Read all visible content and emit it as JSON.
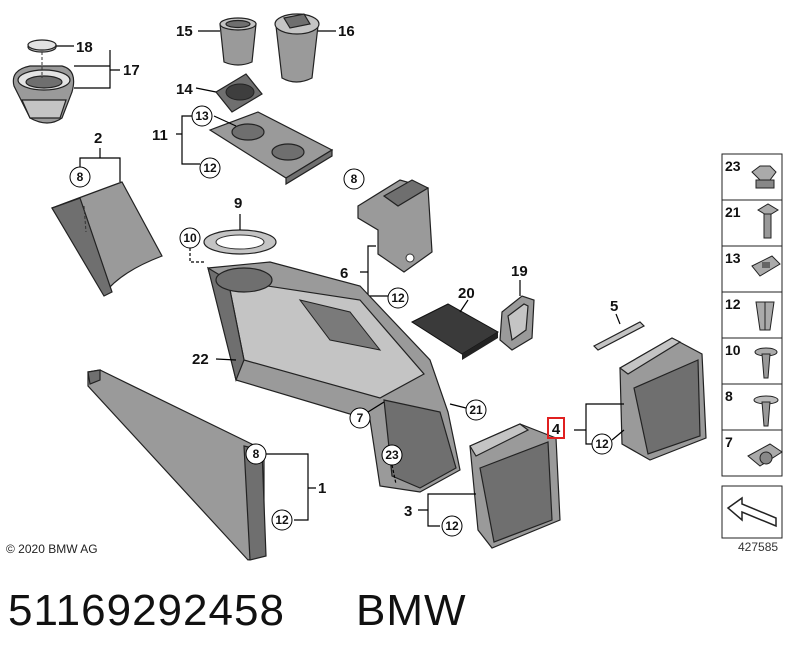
{
  "diagram": {
    "callouts": {
      "c1": "1",
      "c2": "2",
      "c3": "3",
      "c4": "4",
      "c5": "5",
      "c6": "6",
      "c9": "9",
      "c11": "11",
      "c14": "14",
      "c15": "15",
      "c16": "16",
      "c17": "17",
      "c18": "18",
      "c19": "19",
      "c20": "20",
      "c22": "22"
    },
    "circled": {
      "e8a": "8",
      "e8b": "8",
      "e8c": "8",
      "e10": "10",
      "e13": "13",
      "e12a": "12",
      "e12b": "12",
      "e12c": "12",
      "e12d": "12",
      "e12e": "12",
      "e7": "7",
      "e21": "21",
      "e23": "23"
    },
    "highlighted": "4",
    "highlight_color": "#e02020"
  },
  "fastener_legend": [
    {
      "number": "23",
      "icon": "hex-nut-icon"
    },
    {
      "number": "21",
      "icon": "hex-bolt-icon"
    },
    {
      "number": "13",
      "icon": "clip-nut-icon"
    },
    {
      "number": "12",
      "icon": "expanding-clip-icon"
    },
    {
      "number": "10",
      "icon": "flange-screw-icon"
    },
    {
      "number": "8",
      "icon": "washer-screw-icon"
    },
    {
      "number": "7",
      "icon": "cage-nut-icon"
    }
  ],
  "footer": {
    "copyright": "© 2020 BMW AG",
    "diagram_number": "427585",
    "part_number": "51169292458",
    "brand": "BMW"
  }
}
